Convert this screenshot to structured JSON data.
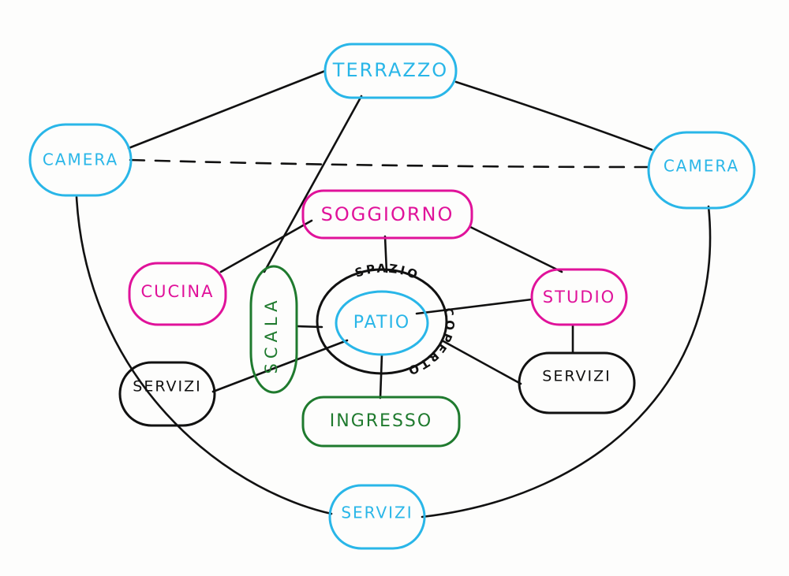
{
  "colors": {
    "blue": "#29b6e8",
    "magenta": "#e0129a",
    "green": "#1f7a2e",
    "black": "#111111"
  },
  "nodes": {
    "terrazzo": {
      "label": "TERRAZZO",
      "color": "blue"
    },
    "camera_left": {
      "label": "CAMERA",
      "color": "blue"
    },
    "camera_right": {
      "label": "CAMERA",
      "color": "blue"
    },
    "soggiorno": {
      "label": "SOGGIORNO",
      "color": "magenta"
    },
    "cucina": {
      "label": "CUCINA",
      "color": "magenta"
    },
    "studio": {
      "label": "STUDIO",
      "color": "magenta"
    },
    "scala": {
      "label": "SCALA",
      "color": "green"
    },
    "patio": {
      "label": "PATIO",
      "color": "blue"
    },
    "spazio_coperto": {
      "label": "SPAZIO COPERTO",
      "color": "black"
    },
    "servizi_left": {
      "label": "SERVIZI",
      "color": "black"
    },
    "servizi_right": {
      "label": "SERVIZI",
      "color": "black"
    },
    "servizi_bottom": {
      "label": "SERVIZI",
      "color": "blue"
    },
    "ingresso": {
      "label": "INGRESSO",
      "color": "green"
    }
  },
  "ring_words": {
    "top": "SPAZIO",
    "side": "COPERTO"
  },
  "edges": [
    {
      "from": "terrazzo",
      "to": "camera_left",
      "style": "solid"
    },
    {
      "from": "terrazzo",
      "to": "camera_right",
      "style": "solid"
    },
    {
      "from": "terrazzo",
      "to": "scala",
      "style": "solid"
    },
    {
      "from": "camera_left",
      "to": "camera_right",
      "style": "dashed"
    },
    {
      "from": "camera_left",
      "to": "servizi_bottom",
      "style": "solid"
    },
    {
      "from": "camera_right",
      "to": "servizi_bottom",
      "style": "solid"
    },
    {
      "from": "soggiorno",
      "to": "cucina",
      "style": "solid"
    },
    {
      "from": "soggiorno",
      "to": "spazio_coperto",
      "style": "solid"
    },
    {
      "from": "soggiorno",
      "to": "studio",
      "style": "solid"
    },
    {
      "from": "studio",
      "to": "patio",
      "style": "solid"
    },
    {
      "from": "studio",
      "to": "servizi_right",
      "style": "solid"
    },
    {
      "from": "scala",
      "to": "spazio_coperto",
      "style": "solid"
    },
    {
      "from": "patio",
      "to": "servizi_left",
      "style": "solid"
    },
    {
      "from": "patio",
      "to": "ingresso",
      "style": "solid"
    },
    {
      "from": "spazio_coperto",
      "to": "servizi_right",
      "style": "solid"
    }
  ]
}
